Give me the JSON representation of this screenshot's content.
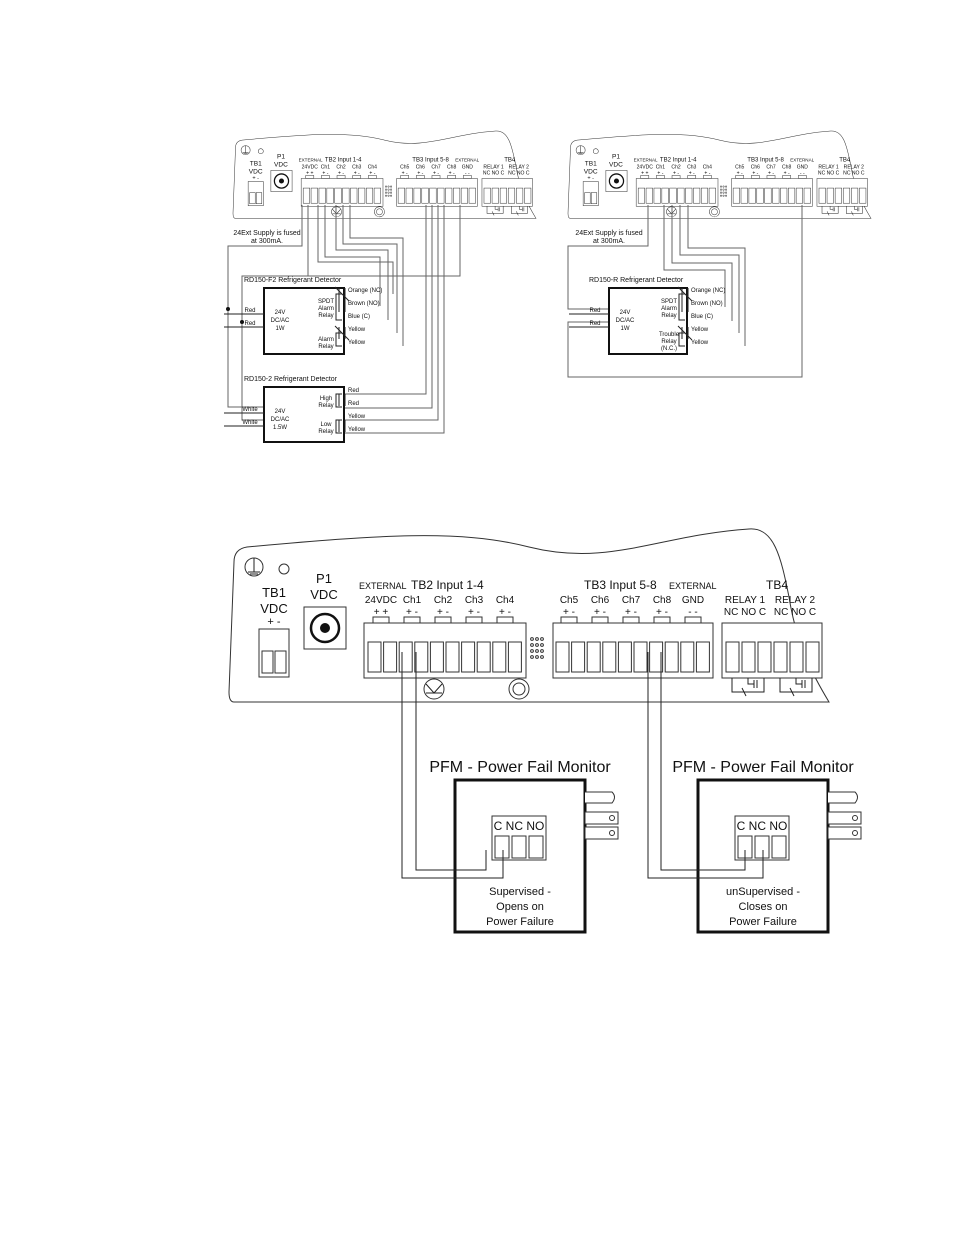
{
  "diagrams": [
    {
      "id": "rd150-f2-and-rd150-2",
      "controller": {
        "tb1": "TB1",
        "tb1_sub": "VDC",
        "tb1_pol": "+  -",
        "p1": "P1",
        "p1_sub": "VDC",
        "external": "EXTERNAL",
        "tb2": "TB2 Input 1-4",
        "ext24": "24VDC",
        "tb3": "TB3 Input 5-8",
        "extgnd_top": "EXTERNAL",
        "extgnd": "GND",
        "tb4": "TB4",
        "relay1": "RELAY 1",
        "relay2": "RELAY 2",
        "relay_contacts": "NC NO C",
        "channels": [
          "Ch1",
          "Ch2",
          "Ch3",
          "Ch4",
          "Ch5",
          "Ch6",
          "Ch7",
          "Ch8"
        ],
        "pol": "+  -"
      },
      "fuse_note": [
        "24Ext Supply is fused",
        "at 300mA."
      ],
      "detectors": [
        {
          "title": "RD150-F2 Refrigerant Detector",
          "power": [
            "24V",
            "DC/AC",
            "1W"
          ],
          "supply_wires": [
            "Red",
            "Red"
          ],
          "relays": [
            {
              "label": [
                "SPDT",
                "Alarm",
                "Relay"
              ],
              "wires": [
                "Orange (NC)",
                "Brown (NO)",
                "Blue (C)"
              ]
            },
            {
              "label": [
                "Alarm",
                "Relay"
              ],
              "wires": [
                "Yellow",
                "Yellow"
              ]
            }
          ]
        },
        {
          "title": "RD150-2 Refrigerant Detector",
          "power": [
            "24V",
            "DC/AC",
            "1.5W"
          ],
          "supply_wires": [
            "White",
            "White"
          ],
          "relays": [
            {
              "label": [
                "High",
                "Relay"
              ],
              "wires": [
                "Red",
                "Red"
              ]
            },
            {
              "label": [
                "Low",
                "Relay"
              ],
              "wires": [
                "Yellow",
                "Yellow"
              ]
            }
          ]
        }
      ]
    },
    {
      "id": "rd150-r",
      "fuse_note": [
        "24Ext Supply is fused",
        "at 300mA."
      ],
      "detectors": [
        {
          "title": "RD150-R Refrigerant Detector",
          "power": [
            "24V",
            "DC/AC",
            "1W"
          ],
          "supply_wires": [
            "Red",
            "Red"
          ],
          "relays": [
            {
              "label": [
                "SPDT",
                "Alarm",
                "Relay"
              ],
              "wires": [
                "Orange (NC)",
                "Brown (NO)",
                "Blue (C)"
              ]
            },
            {
              "label": [
                "Trouble",
                "Relay",
                "(N.C.)"
              ],
              "wires": [
                "Yellow",
                "Yellow"
              ]
            }
          ]
        }
      ]
    },
    {
      "id": "pfm",
      "monitors": [
        {
          "title": "PFM - Power Fail Monitor",
          "terminals": "C NC NO",
          "note": [
            "Supervised -",
            "Opens on",
            "Power Failure"
          ]
        },
        {
          "title": "PFM - Power Fail Monitor",
          "terminals": "C NC NO",
          "note": [
            "unSupervised -",
            "Closes on",
            "Power Failure"
          ]
        }
      ]
    }
  ]
}
